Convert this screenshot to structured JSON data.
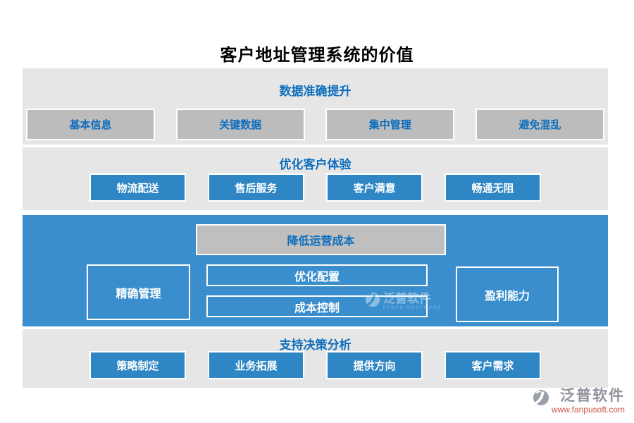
{
  "page": {
    "title": "客户地址管理系统的价值"
  },
  "colors": {
    "section_gray": "#e6e6e6",
    "gray_box": "#bcbcbc",
    "blue_box": "#2e86c4",
    "blue_section": "#3a8ecd",
    "blue_text": "#0d6ebd",
    "footer_brand_gray": "#8f929b",
    "footer_url_red": "#cd5444"
  },
  "sections": [
    {
      "header": "数据准确提升",
      "items": [
        "基本信息",
        "关键数据",
        "集中管理",
        "避免混乱"
      ]
    },
    {
      "header": "优化客户体验",
      "items": [
        "物流配送",
        "售后服务",
        "客户满意",
        "畅通无阻"
      ]
    },
    {
      "header": "降低运营成本",
      "items": [
        "精确管理",
        "优化配置",
        "成本控制",
        "盈利能力"
      ]
    },
    {
      "header": "支持决策分析",
      "items": [
        "策略制定",
        "业务拓展",
        "提供方向",
        "客户需求"
      ]
    }
  ],
  "watermark": {
    "name": "泛普软件",
    "subtitle": "FANPU SOFTWARE"
  },
  "footer": {
    "brand": "泛普软件",
    "url": "www.fanpusoft.com"
  }
}
